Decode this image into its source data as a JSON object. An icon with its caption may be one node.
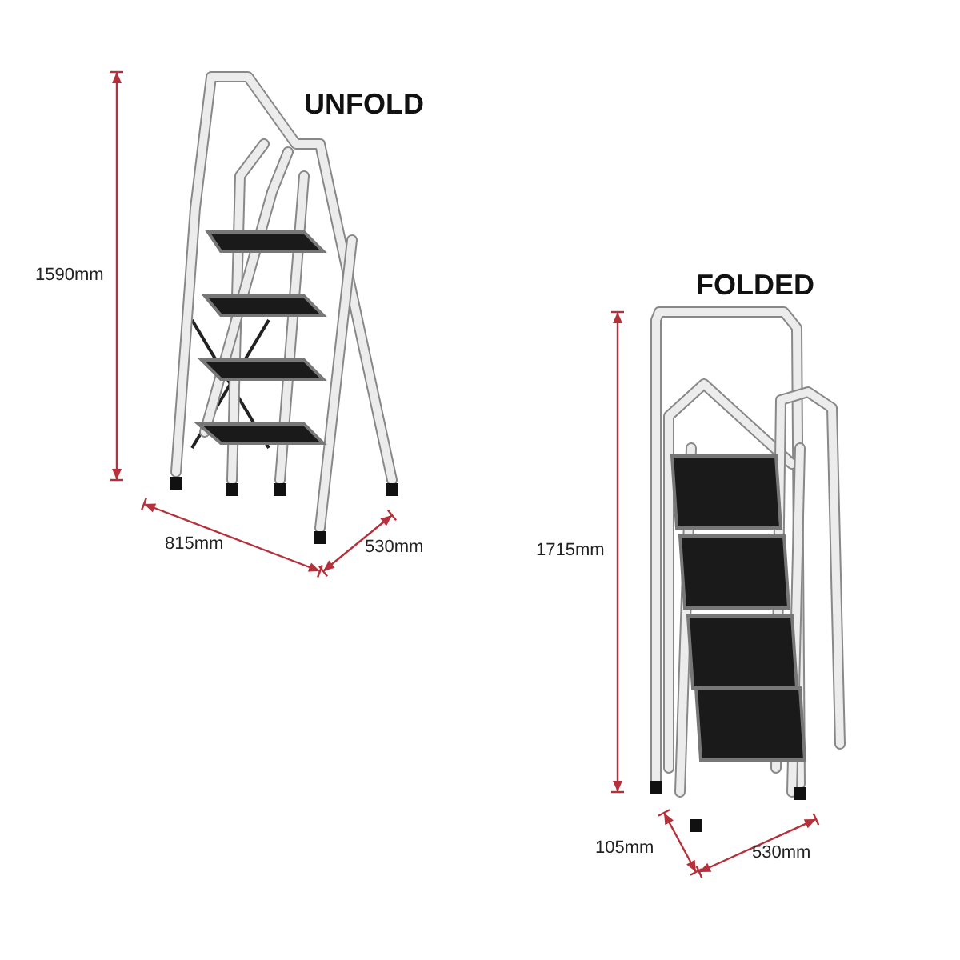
{
  "diagram": {
    "labels": [
      "UNFOLD",
      "1590mm",
      "FOLDED",
      "815mm",
      "530mm",
      "1715mm",
      "105mm",
      "530mm"
    ]
  }
}
